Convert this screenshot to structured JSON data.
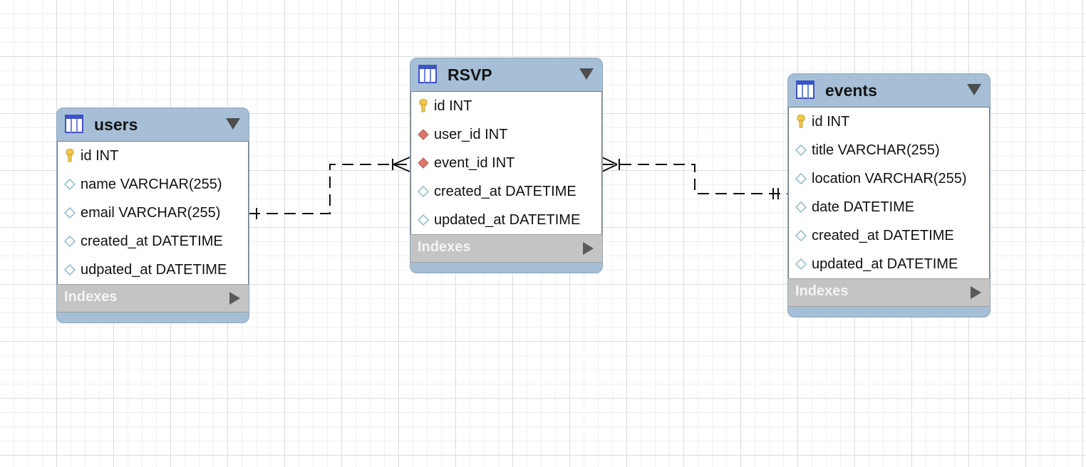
{
  "diagram": {
    "tables": [
      {
        "name": "users",
        "columns": [
          {
            "label": "id INT",
            "kind": "primary-key"
          },
          {
            "label": "name VARCHAR(255)",
            "kind": "column"
          },
          {
            "label": "email VARCHAR(255)",
            "kind": "column"
          },
          {
            "label": "created_at DATETIME",
            "kind": "column"
          },
          {
            "label": "udpated_at DATETIME",
            "kind": "column"
          }
        ],
        "indexes_label": "Indexes"
      },
      {
        "name": "RSVP",
        "columns": [
          {
            "label": "id INT",
            "kind": "primary-key"
          },
          {
            "label": "user_id INT",
            "kind": "foreign-key"
          },
          {
            "label": "event_id INT",
            "kind": "foreign-key"
          },
          {
            "label": "created_at DATETIME",
            "kind": "column"
          },
          {
            "label": "updated_at DATETIME",
            "kind": "column"
          }
        ],
        "indexes_label": "Indexes"
      },
      {
        "name": "events",
        "columns": [
          {
            "label": "id INT",
            "kind": "primary-key"
          },
          {
            "label": "title VARCHAR(255)",
            "kind": "column"
          },
          {
            "label": "location VARCHAR(255)",
            "kind": "column"
          },
          {
            "label": "date DATETIME",
            "kind": "column"
          },
          {
            "label": "created_at DATETIME",
            "kind": "column"
          },
          {
            "label": "updated_at DATETIME",
            "kind": "column"
          }
        ],
        "indexes_label": "Indexes"
      }
    ],
    "relationships": [
      {
        "from": "users",
        "to": "RSVP",
        "from_cardinality": "one",
        "to_cardinality": "many",
        "style": "dashed"
      },
      {
        "from": "RSVP",
        "to": "events",
        "from_cardinality": "many",
        "to_cardinality": "one",
        "style": "dashed"
      }
    ],
    "colors": {
      "header": "#a6bfd6",
      "indexes_bar": "#c4c4c4",
      "primary_key_icon": "#f2c94c",
      "foreign_key_icon": "#d9786a",
      "column_icon": "#8fb8c8"
    }
  }
}
